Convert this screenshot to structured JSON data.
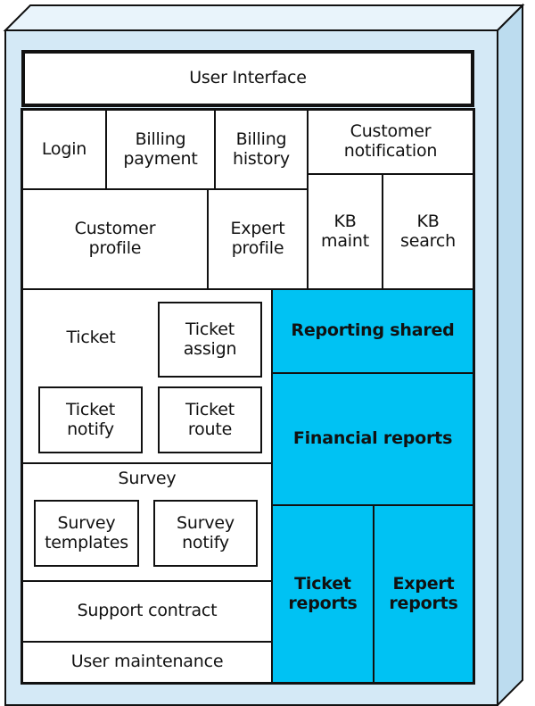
{
  "colors": {
    "accent_fill": "#00c2f3",
    "outer_face": "#d4e9f6",
    "outer_top": "#e9f4fb",
    "outer_side": "#bcdcef",
    "line": "#111111"
  },
  "title": "User Interface",
  "components": {
    "login": "Login",
    "billing_payment": "Billing\npayment",
    "billing_history": "Billing\nhistory",
    "customer_notification": "Customer\nnotification",
    "customer_profile": "Customer\nprofile",
    "expert_profile": "Expert\nprofile",
    "kb_maint": "KB\nmaint",
    "kb_search": "KB\nsearch",
    "ticket": "Ticket",
    "ticket_assign": "Ticket\nassign",
    "ticket_notify": "Ticket\nnotify",
    "ticket_route": "Ticket\nroute",
    "survey": "Survey",
    "survey_templates": "Survey\ntemplates",
    "survey_notify": "Survey\nnotify",
    "support_contract": "Support contract",
    "user_maintenance": "User maintenance"
  },
  "reports": {
    "reporting_shared": "Reporting shared",
    "financial_reports": "Financial reports",
    "ticket_reports": "Ticket\nreports",
    "expert_reports": "Expert\nreports"
  }
}
